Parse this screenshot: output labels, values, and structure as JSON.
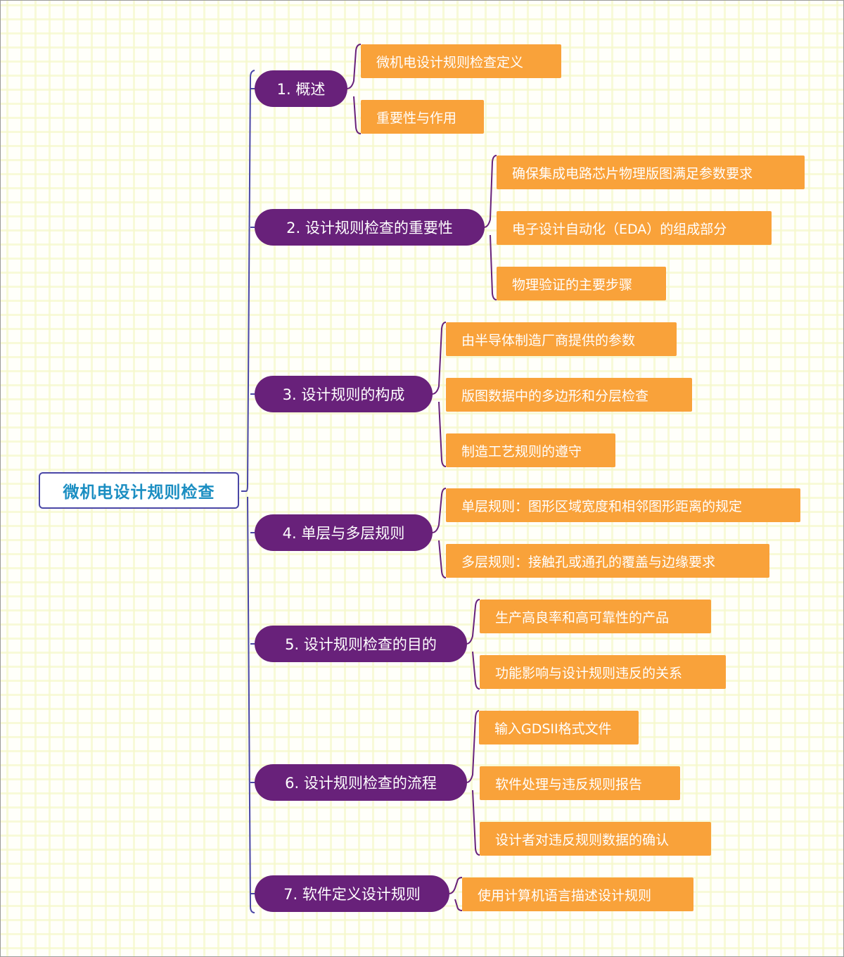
{
  "mindmap": {
    "root": {
      "label": "微机电设计规则检查"
    },
    "branches": [
      {
        "label": "1. 概述",
        "children": [
          {
            "label": "微机电设计规则检查定义"
          },
          {
            "label": "重要性与作用"
          }
        ]
      },
      {
        "label": "2. 设计规则检查的重要性",
        "children": [
          {
            "label": "确保集成电路芯片物理版图满足参数要求"
          },
          {
            "label": "电子设计自动化（EDA）的组成部分"
          },
          {
            "label": "物理验证的主要步骤"
          }
        ]
      },
      {
        "label": "3. 设计规则的构成",
        "children": [
          {
            "label": "由半导体制造厂商提供的参数"
          },
          {
            "label": "版图数据中的多边形和分层检查"
          },
          {
            "label": "制造工艺规则的遵守"
          }
        ]
      },
      {
        "label": "4. 单层与多层规则",
        "children": [
          {
            "label": "单层规则：图形区域宽度和相邻图形距离的规定"
          },
          {
            "label": "多层规则：接触孔或通孔的覆盖与边缘要求"
          }
        ]
      },
      {
        "label": "5. 设计规则检查的目的",
        "children": [
          {
            "label": "生产高良率和高可靠性的产品"
          },
          {
            "label": "功能影响与设计规则违反的关系"
          }
        ]
      },
      {
        "label": "6. 设计规则检查的流程",
        "children": [
          {
            "label": "输入GDSII格式文件"
          },
          {
            "label": "软件处理与违反规则报告"
          },
          {
            "label": "设计者对违反规则数据的确认"
          }
        ]
      },
      {
        "label": "7. 软件定义设计规则",
        "children": [
          {
            "label": "使用计算机语言描述设计规则"
          }
        ]
      }
    ],
    "colors": {
      "root_border": "#4a46a6",
      "root_text": "#1b8ec2",
      "branch_fill": "#68217a",
      "leaf_fill": "#f9a23a",
      "spine_line": "#4a46a6",
      "branch_line": "#68217a",
      "background_grid": "#f5f8cd"
    }
  }
}
